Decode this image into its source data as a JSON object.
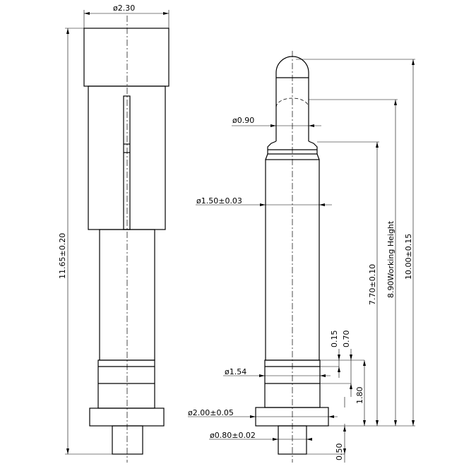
{
  "dimensions": {
    "head_diameter": "ø2.30",
    "total_length": "11.65±0.20",
    "tip_diameter": "ø0.90",
    "barrel_diameter": "ø1.50±0.03",
    "ring_diameter": "ø1.54",
    "flange_diameter": "ø2.00±0.05",
    "tail_diameter": "ø0.80±0.02",
    "dim_015": "0.15",
    "dim_070": "0.70",
    "dim_180": "1.80",
    "dim_050": "0.50",
    "barrel_length": "7.70±0.10",
    "working_height": "8.90Working  Height",
    "free_height": "10.00±0.15"
  }
}
